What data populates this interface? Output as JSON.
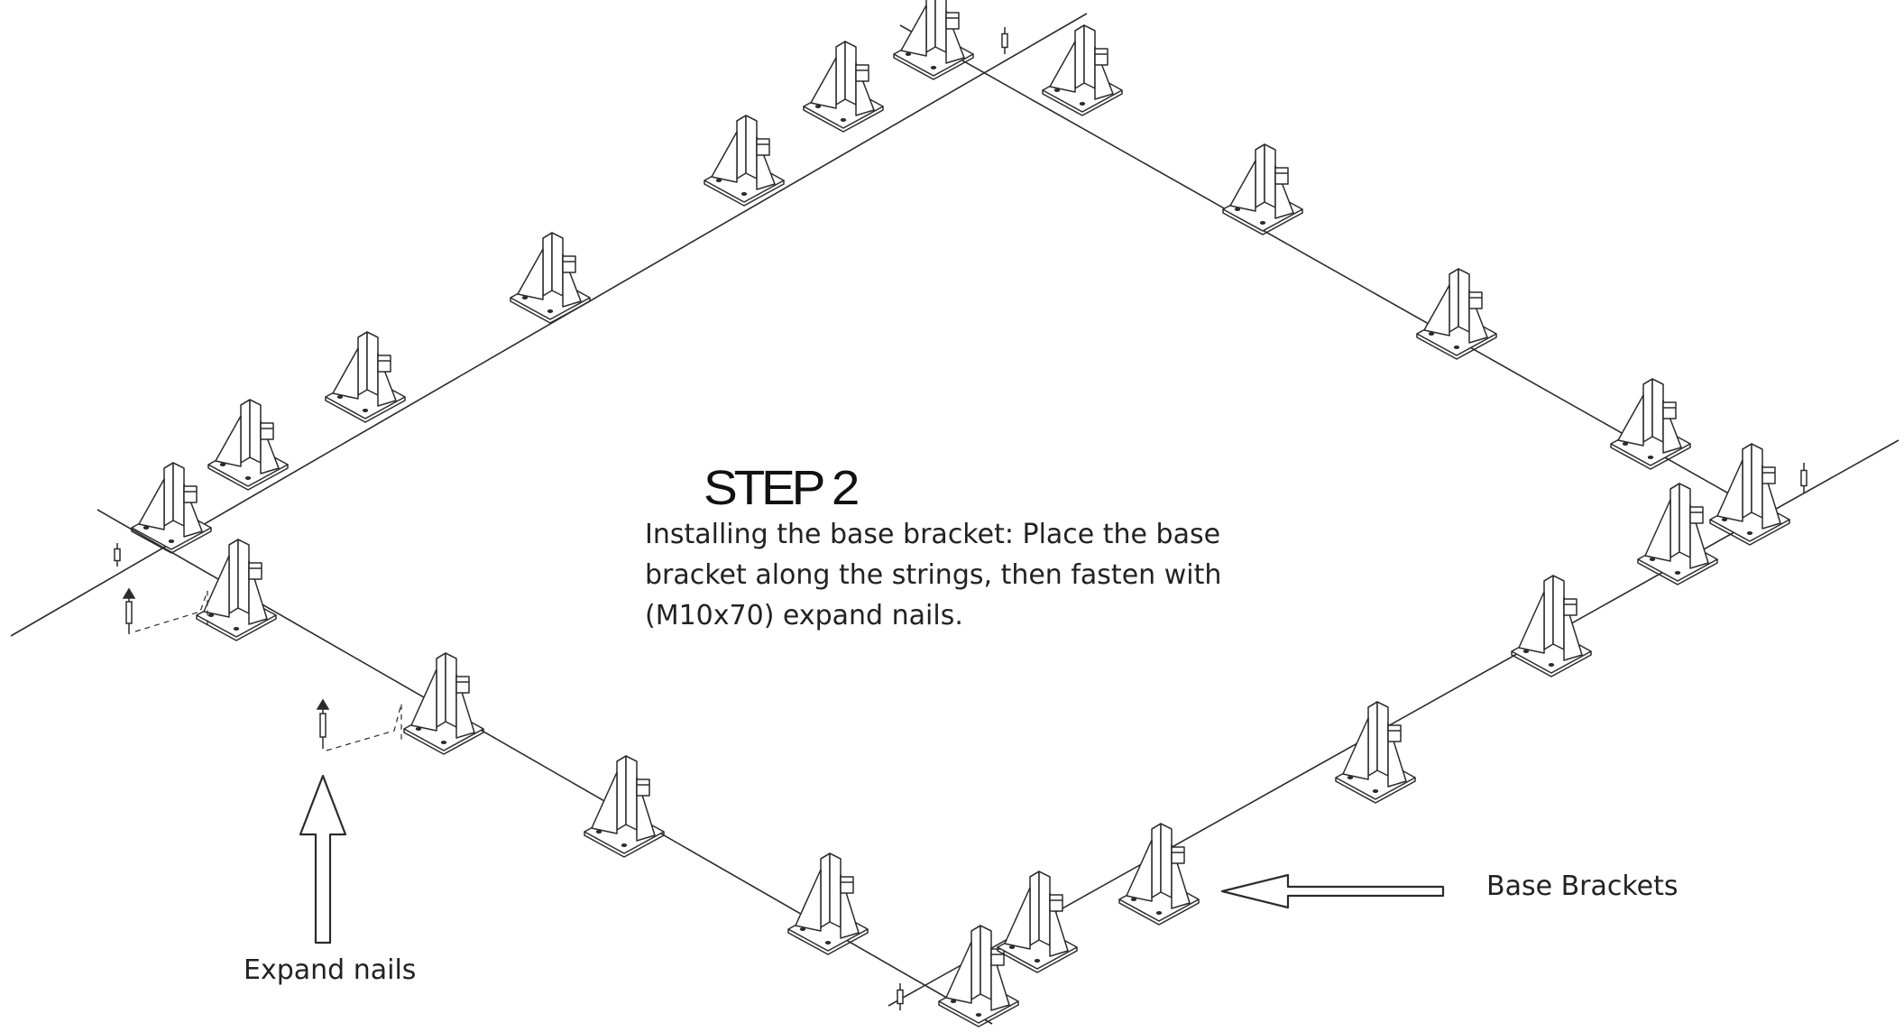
{
  "step": {
    "title": "STEP 2",
    "description_lines": [
      "Installing the base bracket: Place the base",
      "bracket along the strings, then fasten with",
      "(M10x70) expand nails."
    ]
  },
  "callouts": {
    "expand_nails": "Expand nails",
    "base_brackets": "Base Brackets"
  },
  "colors": {
    "line": "#2b2b2b",
    "background": "#ffffff"
  }
}
